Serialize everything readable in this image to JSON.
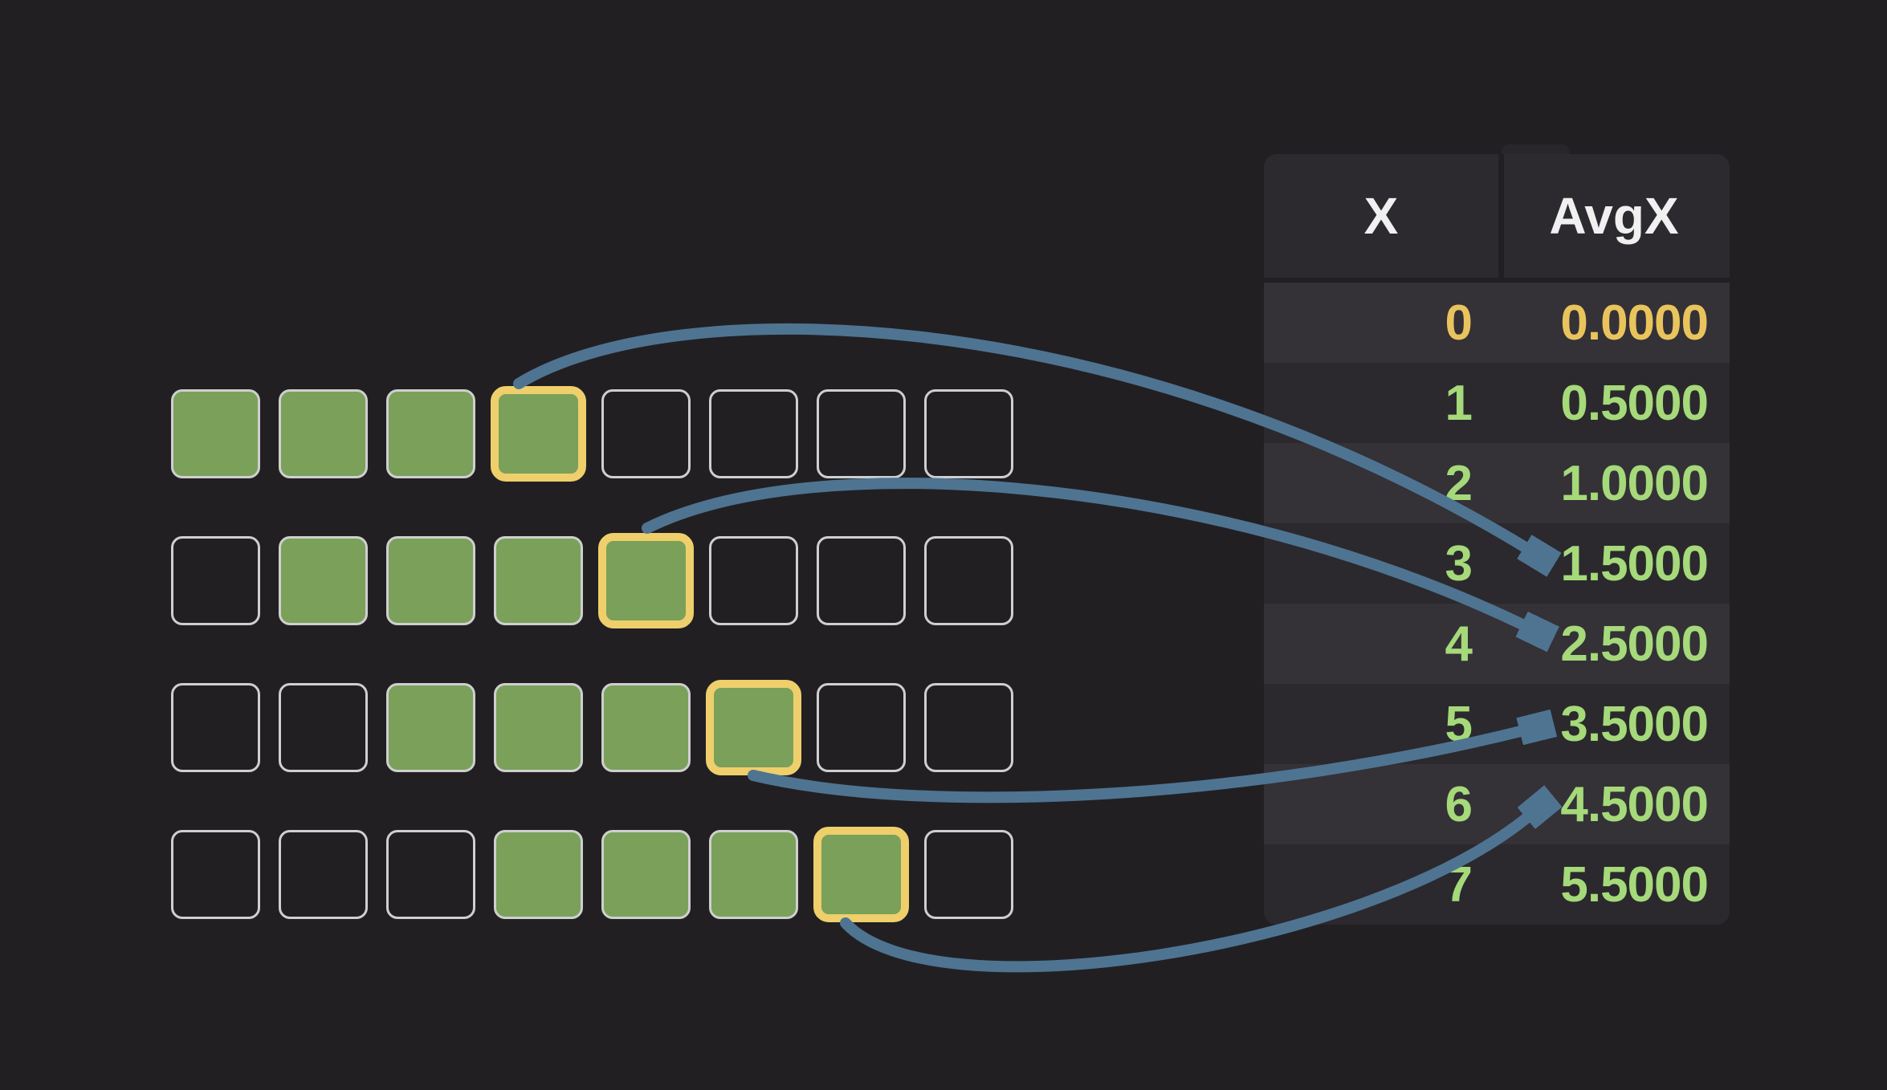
{
  "grid": {
    "columns": 8,
    "rows": [
      {
        "green": [
          0,
          1,
          2,
          3
        ],
        "highlight": 3
      },
      {
        "green": [
          1,
          2,
          3,
          4
        ],
        "highlight": 4
      },
      {
        "green": [
          2,
          3,
          4,
          5
        ],
        "highlight": 5
      },
      {
        "green": [
          3,
          4,
          5,
          6
        ],
        "highlight": 6
      }
    ]
  },
  "table": {
    "headers": {
      "x": "X",
      "avg": "AvgX"
    },
    "rows": [
      {
        "x": "0",
        "avg": "0.0000",
        "tone": "amber"
      },
      {
        "x": "1",
        "avg": "0.5000",
        "tone": "green"
      },
      {
        "x": "2",
        "avg": "1.0000",
        "tone": "green"
      },
      {
        "x": "3",
        "avg": "1.5000",
        "tone": "green"
      },
      {
        "x": "4",
        "avg": "2.5000",
        "tone": "green"
      },
      {
        "x": "5",
        "avg": "3.5000",
        "tone": "green"
      },
      {
        "x": "6",
        "avg": "4.5000",
        "tone": "green"
      },
      {
        "x": "7",
        "avg": "5.5000",
        "tone": "green"
      }
    ]
  },
  "arrows": [
    {
      "from_grid_row": 0,
      "to_x": "3",
      "to_avg": "1.5000"
    },
    {
      "from_grid_row": 1,
      "to_x": "4",
      "to_avg": "2.5000"
    },
    {
      "from_grid_row": 2,
      "to_x": "5",
      "to_avg": "3.5000"
    },
    {
      "from_grid_row": 3,
      "to_x": "6",
      "to_avg": "4.5000"
    }
  ],
  "colors": {
    "background": "#221f23",
    "cell_green": "#7aa05a",
    "cell_border": "#cfcfcf",
    "highlight_yellow": "#eecf6b",
    "arrow_blue": "#4e7492",
    "table_bg_dark": "#2b292d",
    "table_bg_light": "#343137",
    "header_text": "#f0f0f0",
    "amber_text": "#e9c45c",
    "green_text": "#a5d97a"
  }
}
